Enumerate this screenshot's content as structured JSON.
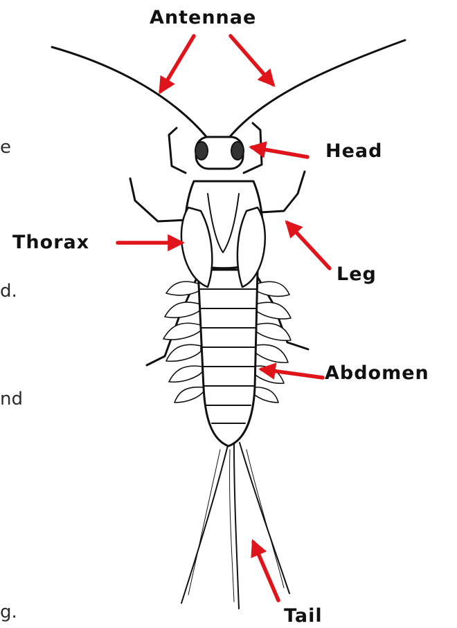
{
  "left_text_fragments": [
    "e",
    "d.",
    "nd",
    "g."
  ],
  "labels": {
    "antennae": "Antennae",
    "head": "Head",
    "thorax": "Thorax",
    "leg": "Leg",
    "abdomen": "Abdomen",
    "tail": "Tail"
  },
  "colors": {
    "arrow": "#e0141b",
    "ink": "#111111"
  }
}
